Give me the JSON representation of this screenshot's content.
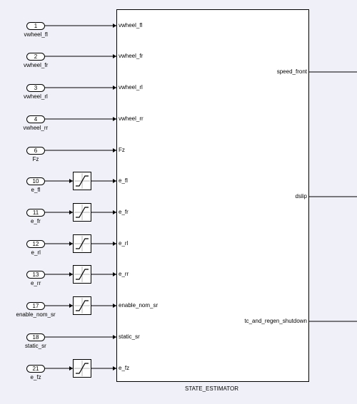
{
  "block": {
    "name": "STATE_ESTIMATOR",
    "inputs": [
      {
        "port": "1",
        "signal": "vwheel_fl",
        "saturation": false
      },
      {
        "port": "2",
        "signal": "vwheel_fr",
        "saturation": false
      },
      {
        "port": "3",
        "signal": "vwheel_rl",
        "saturation": false
      },
      {
        "port": "4",
        "signal": "vwheel_rr",
        "saturation": false
      },
      {
        "port": "6",
        "signal": "Fz",
        "saturation": false
      },
      {
        "port": "10",
        "signal": "e_fl",
        "saturation": true
      },
      {
        "port": "11",
        "signal": "e_fr",
        "saturation": true
      },
      {
        "port": "12",
        "signal": "e_rl",
        "saturation": true
      },
      {
        "port": "13",
        "signal": "e_rr",
        "saturation": true
      },
      {
        "port": "17",
        "signal": "enable_nom_sr",
        "saturation": true
      },
      {
        "port": "18",
        "signal": "static_sr",
        "saturation": false
      },
      {
        "port": "21",
        "signal": "e_fz",
        "saturation": true
      }
    ],
    "input_port_labels": [
      "vwheel_fl",
      "vwheel_fr",
      "vwheel_rl",
      "vwheel_rr",
      "Fz",
      "e_fl",
      "e_fr",
      "e_rl",
      "e_rr",
      "enable_nom_sr",
      "static_sr",
      "e_fz"
    ],
    "outputs": [
      "speed_front",
      "dslip",
      "tc_and_regen_shutdown"
    ]
  },
  "colors": {
    "background": "#f0f1f8",
    "line": "#000000",
    "block_fill": "#ffffff"
  }
}
